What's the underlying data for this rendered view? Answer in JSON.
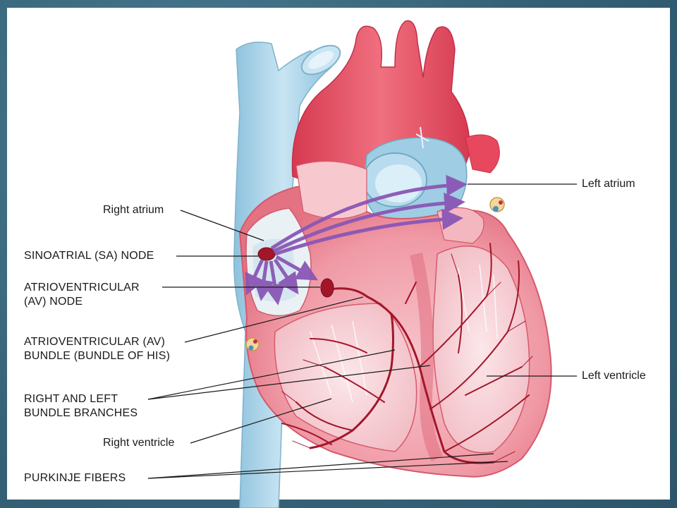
{
  "labels": {
    "right_atrium": "Right atrium",
    "sa_node": "SINOATRIAL (SA) NODE",
    "av_node_line1": "ATRIOVENTRICULAR",
    "av_node_line2": "(AV) NODE",
    "av_bundle_line1": "ATRIOVENTRICULAR (AV)",
    "av_bundle_line2": "BUNDLE (BUNDLE OF HIS)",
    "bundle_branches_line1": "RIGHT AND LEFT",
    "bundle_branches_line2": "BUNDLE BRANCHES",
    "right_ventricle": "Right ventricle",
    "purkinje_fibers": "PURKINJE FIBERS",
    "left_atrium": "Left atrium",
    "left_ventricle": "Left ventricle"
  },
  "colors": {
    "frame": "#3f6f84",
    "vein_blue": "#a9d3e8",
    "artery_red": "#e8485e",
    "myocardium_pink": "#f3a9b2",
    "conduction_red": "#a3162a",
    "impulse_purple": "#8a57b5"
  }
}
